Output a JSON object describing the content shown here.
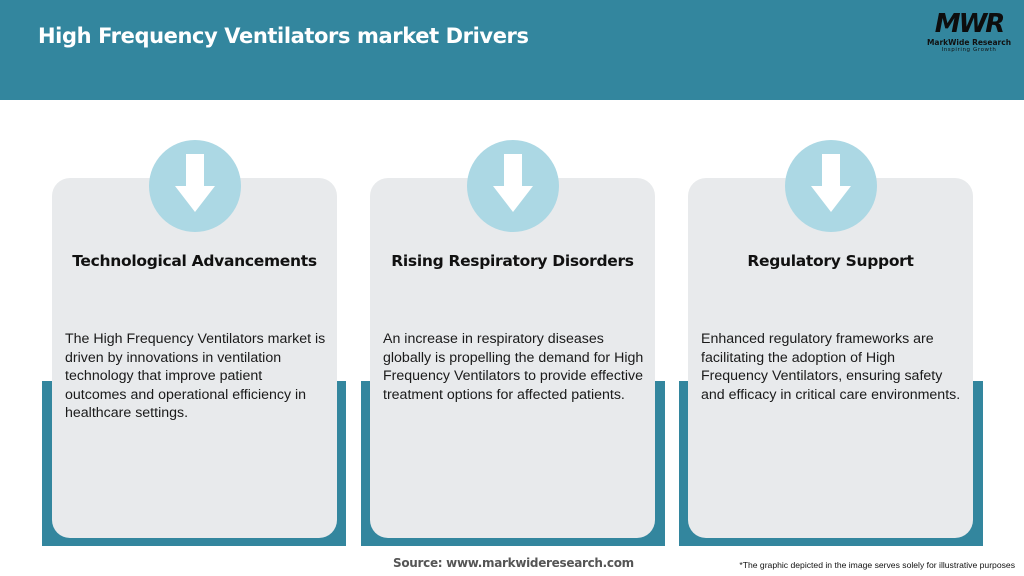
{
  "header": {
    "title": "High Frequency Ventilators market Drivers",
    "background_color": "#33869e"
  },
  "logo": {
    "mark": "MWR",
    "name": "MarkWide Research",
    "tagline": "Inspiring Growth"
  },
  "colors": {
    "accent": "#33869e",
    "card_bg": "#e8eaec",
    "icon_circle": "#acd8e4",
    "icon_arrow": "#ffffff"
  },
  "cards": [
    {
      "icon": "arrow-down-icon",
      "title": "Technological Advancements",
      "body": "The High Frequency Ventilators market is driven by innovations in ventilation technology that improve patient outcomes and operational efficiency in healthcare settings."
    },
    {
      "icon": "arrow-down-icon",
      "title": "Rising Respiratory Disorders",
      "body": "An increase in respiratory diseases globally is propelling the demand for High Frequency Ventilators to provide effective treatment options for affected patients."
    },
    {
      "icon": "arrow-down-icon",
      "title": "Regulatory Support",
      "body": "Enhanced regulatory frameworks are facilitating the adoption of High Frequency Ventilators, ensuring safety and efficacy in critical care environments."
    }
  ],
  "footer": {
    "source": "Source: www.markwideresearch.com",
    "disclaimer": "*The graphic depicted in the image serves solely for illustrative purposes"
  }
}
